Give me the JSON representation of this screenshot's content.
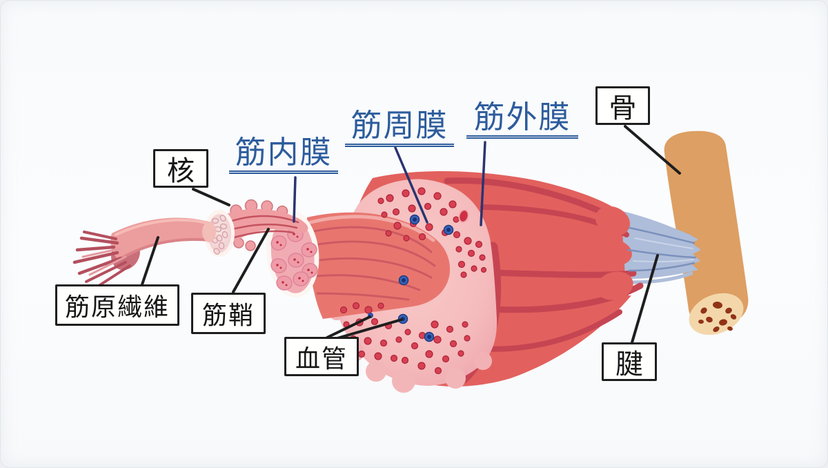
{
  "labels": {
    "nucleus": "核",
    "myofibril": "筋原繊維",
    "sarcolemma": "筋鞘",
    "endomysium": "筋内膜",
    "perimysium": "筋周膜",
    "epimysium": "筋外膜",
    "blood_vessel": "血管",
    "bone": "骨",
    "tendon": "腱"
  },
  "palette": {
    "page_bg": "#edeff2",
    "ink": "#1e1e1e",
    "label_blue": "#2d5c9c",
    "leader_navy": "#2a3472",
    "muscle": "#e2615e",
    "muscle_groove": "#c64552",
    "cut_face": "#f5bcbd",
    "dot_red": "#d84052",
    "dot_blue": "#2d52a8",
    "fiber_pink": "#ec9d9d",
    "bundle_pink": "#e8766f",
    "tendon_gray": "#aebdd9",
    "bone_tan": "#dd9f63",
    "bone_cut": "#f3d7ab",
    "bone_marrow": "#913317"
  }
}
